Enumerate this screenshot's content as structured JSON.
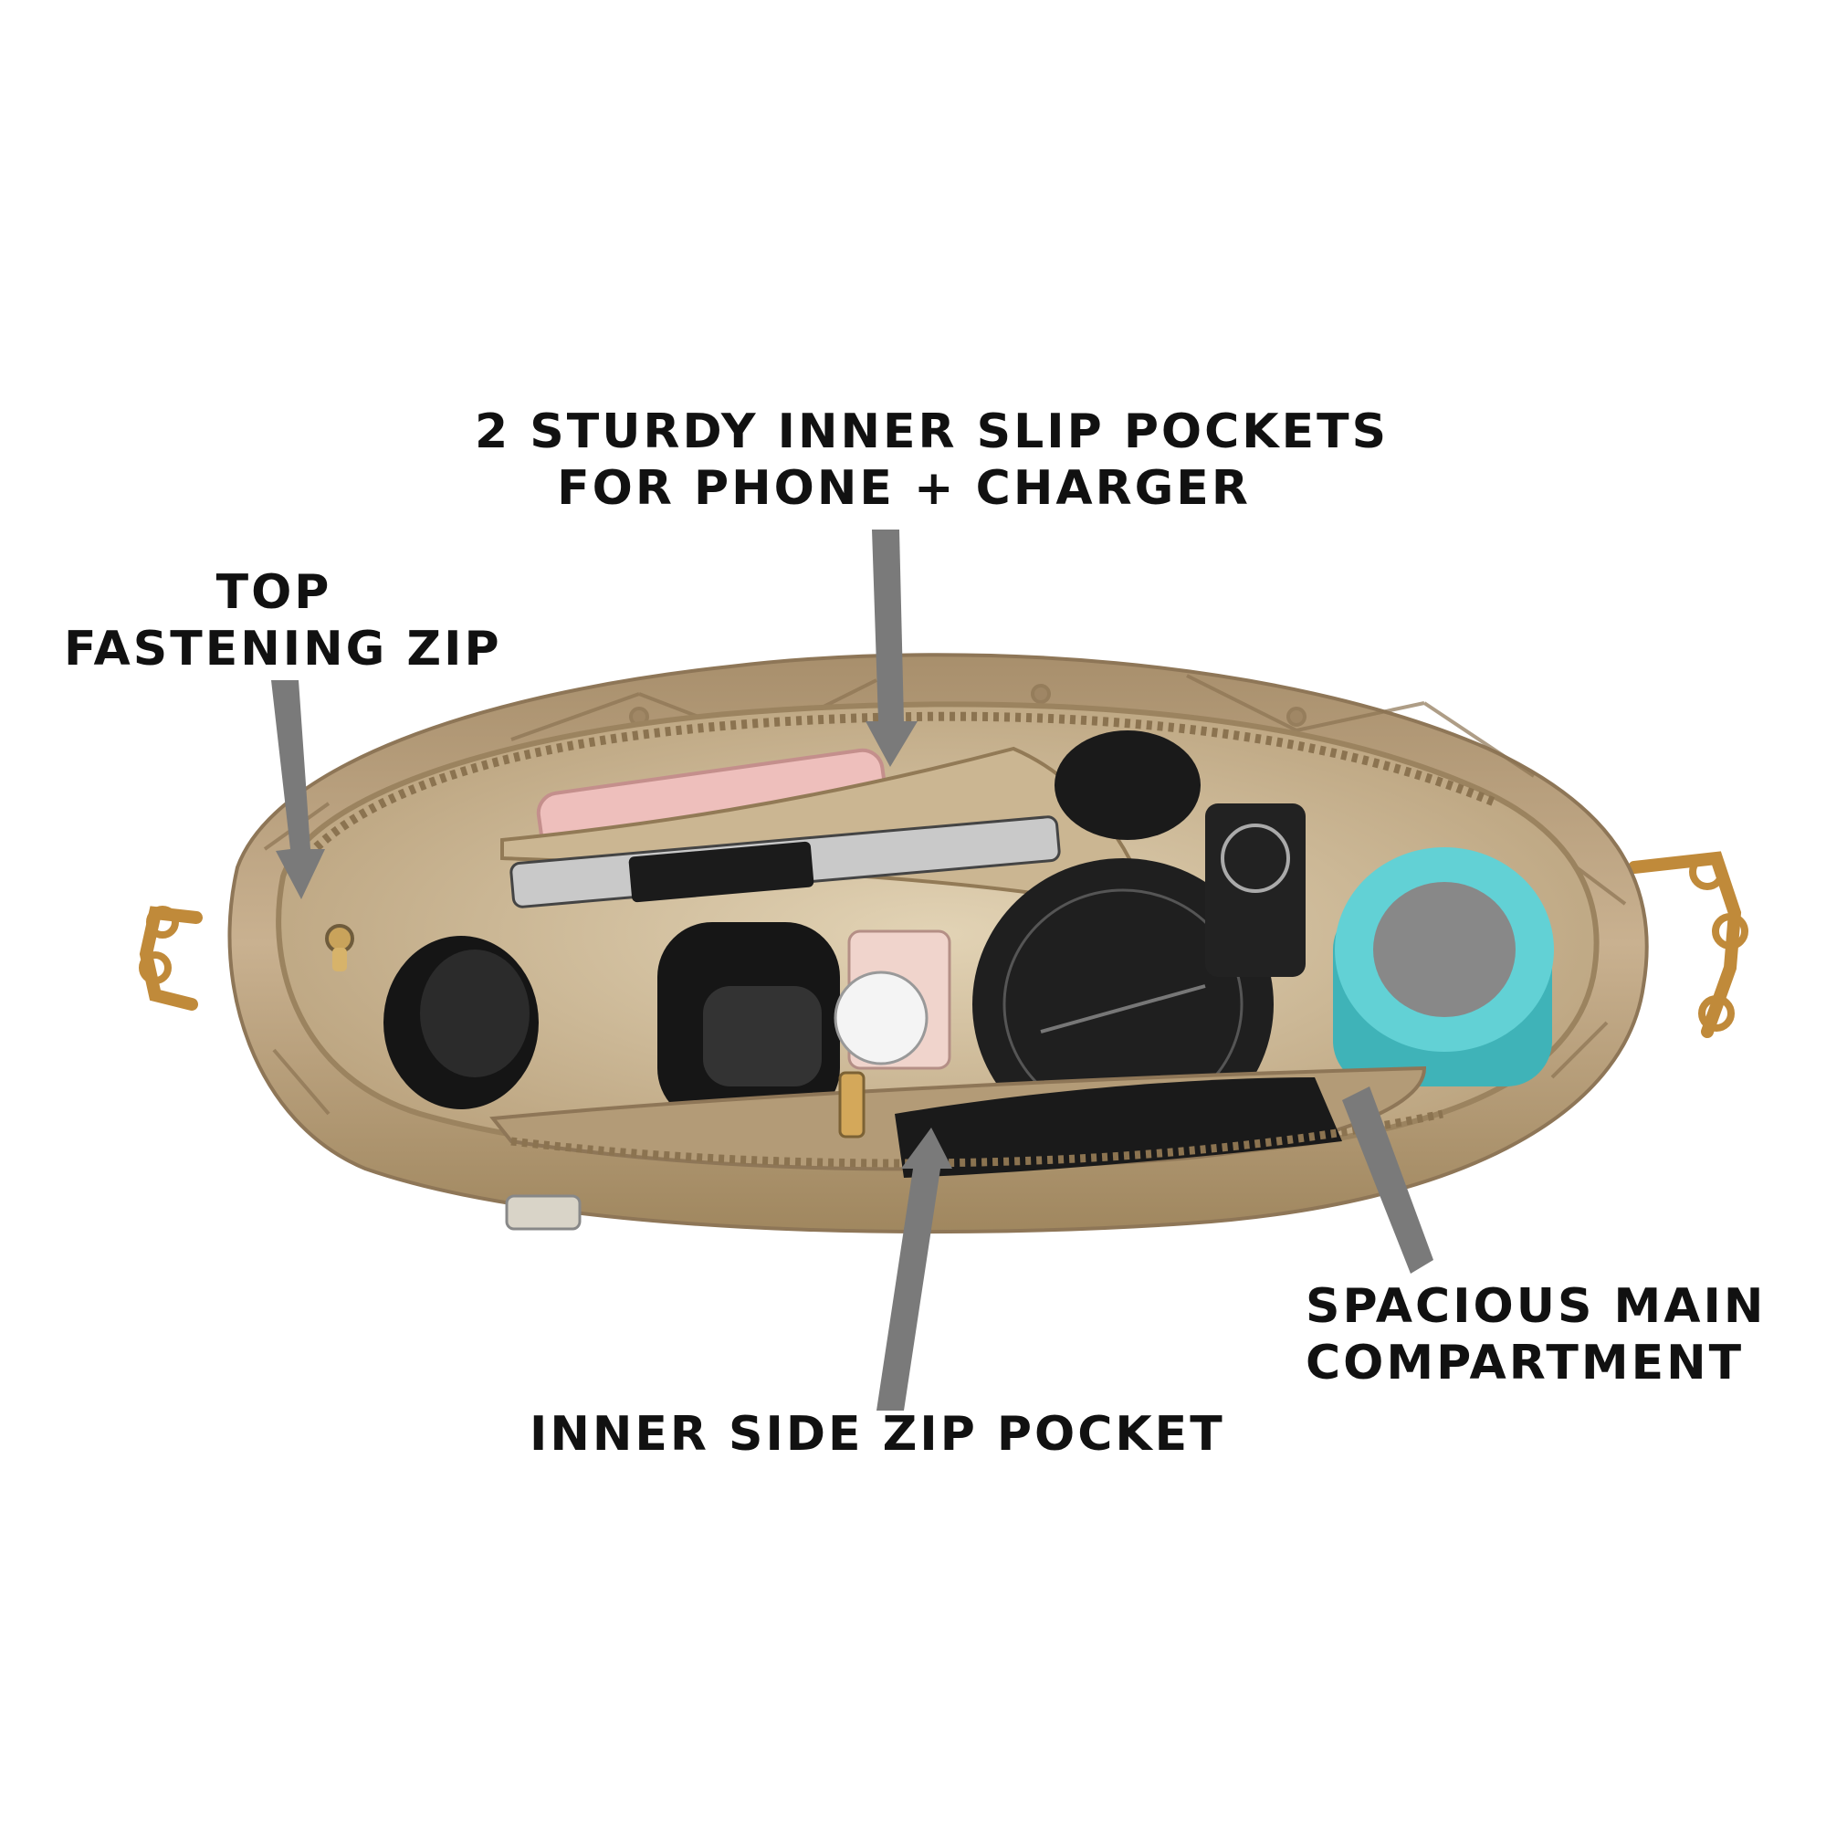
{
  "callouts": {
    "slip_pockets": {
      "line1": "2 STURDY INNER SLIP POCKETS",
      "line2": "FOR PHONE + CHARGER"
    },
    "top_zip": {
      "line1": "TOP",
      "line2": "FASTENING ZIP"
    },
    "main_compartment": {
      "line1": "SPACIOUS MAIN",
      "line2": "COMPARTMENT"
    },
    "side_zip": {
      "line1": "INNER SIDE ZIP POCKET"
    }
  },
  "colors": {
    "background": "#ffffff",
    "bag_gold": "#b79d78",
    "lining": "#d8c6a6",
    "arrow": "#7a7a7a",
    "bottle_teal": "#4ec4c9",
    "text": "#111111"
  },
  "icons": [
    "arrow-icon"
  ]
}
